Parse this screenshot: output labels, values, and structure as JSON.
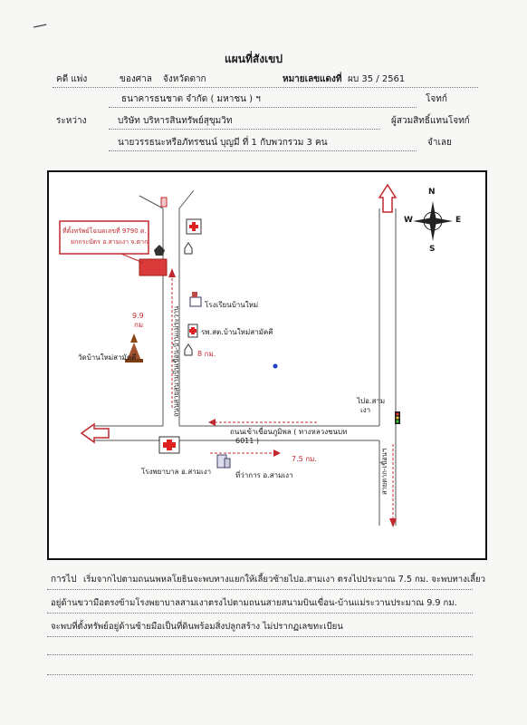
{
  "scan_mark": "—",
  "header": {
    "title": "แผนที่สังเขป",
    "case_label": "คดี แพ่ง",
    "court_label": "ของศาล",
    "court_name": "จังหวัดตาก",
    "case_no_label": "หมายเลขแดงที่",
    "case_no": "ผบ  35 / 2561",
    "between_label": "ระหว่าง",
    "plaintiff": "ธนาคารธนชาต จำกัด ( มหาชน ) ฯ",
    "plaintiff_role": "โจทก์",
    "assignee": "บริษัท บริหารสินทรัพย์สุขุมวิท",
    "assignee_role": "ผู้สวมสิทธิ์แทนโจทก์",
    "defendant": "นายวรรธนะหรือภัทรชนน์  บุญมี ที่ 1 กับพวกรวม 3  คน",
    "defendant_role": "จำเลย"
  },
  "map": {
    "compass": {
      "n": "N",
      "s": "S",
      "e": "E",
      "w": "W"
    },
    "property_label_1": "ที่ตั้งทรัพย์โฉนดเลขที่ 9790 ต.",
    "property_label_2": "ยกกระบัตร  อ.สามเงา จ.ตาก",
    "distance_99": "9.9",
    "distance_unit": "กม",
    "school": "โรงเรียนบ้านใหม่",
    "health": "รพ.สต.บ้านใหม่สามัคคี",
    "distance_8": "8 กม.",
    "temple": "วัดบ้านใหม่สามัคคี",
    "road_vertical": "ถนนสายสนามบินเขื่อน-บ้านแม่ระวาน",
    "road_main_1": "ถนนเข้าเขื่อนภูมิพล ( ทางหลวงชนบท",
    "road_main_2": "6011 )",
    "to_samngao_1": "ไปอ.สาม",
    "to_samngao_2": "เงา",
    "hospital": "โรงพยาบาล อ.สามเงา",
    "district_office": "ที่ว่าการ อ.สามเงา",
    "distance_75": "7.5  กม.",
    "road_right": "สายตาก-เขื่อนฯ"
  },
  "directions": {
    "label": "การไป",
    "line1": "เริ่มจากไปตามถนนพหลโยธินจะพบทางแยกให้เลี้ยวซ้ายไปอ.สามเงา ตรงไปประมาณ 7.5 กม. จะพบทางเลี้ยว",
    "line2": "อยู่ด้านขวามือตรงข้ามโรงพยาบาลสามเงาตรงไปตามถนนสายสนามบินเขื่อน-บ้านแม่ระวานประมาณ 9.9 กม.",
    "line3": "จะพบที่ตั้งทรัพย์อยู่ด้านซ้ายมือเป็นที่ดินพร้อมสิ่งปลูกสร้าง ไม่ปรากฏเลขทะเบียน"
  }
}
